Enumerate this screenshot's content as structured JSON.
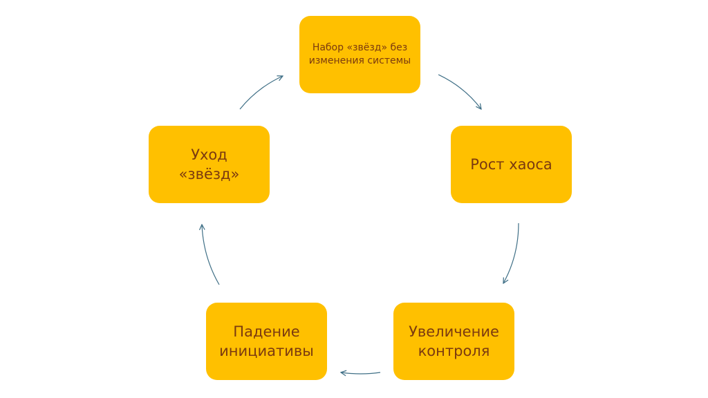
{
  "nodes": [
    {
      "id": "recruit",
      "label": "Набор «звёзд» без изменения системы"
    },
    {
      "id": "chaos",
      "label": "Рост хаоса"
    },
    {
      "id": "control",
      "label": "Увеличение контроля"
    },
    {
      "id": "initiative",
      "label": "Падение инициативы"
    },
    {
      "id": "leave",
      "label": "Уход «звёзд»"
    }
  ],
  "edges": [
    {
      "from": "recruit",
      "to": "chaos"
    },
    {
      "from": "chaos",
      "to": "control"
    },
    {
      "from": "control",
      "to": "initiative"
    },
    {
      "from": "initiative",
      "to": "leave"
    },
    {
      "from": "leave",
      "to": "recruit"
    }
  ],
  "colors": {
    "box": "#FFC000",
    "text": "#7B3A10",
    "arrow": "#3F6F86"
  }
}
